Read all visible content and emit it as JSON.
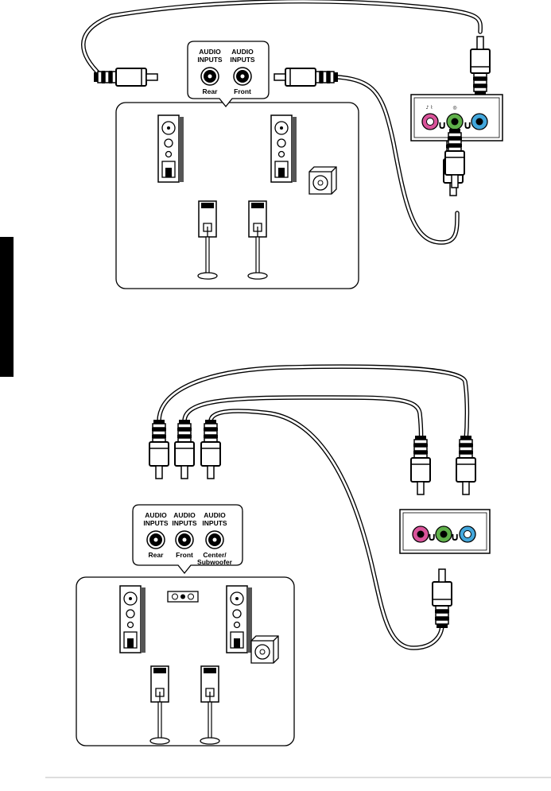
{
  "setup_2ch": {
    "inputs": [
      {
        "line1": "AUDIO",
        "line2": "INPUTS",
        "caption": "Rear"
      },
      {
        "line1": "AUDIO",
        "line2": "INPUTS",
        "caption": "Front"
      }
    ]
  },
  "setup_3ch": {
    "inputs": [
      {
        "line1": "AUDIO",
        "line2": "INPUTS",
        "caption": "Rear"
      },
      {
        "line1": "AUDIO",
        "line2": "INPUTS",
        "caption": "Front"
      },
      {
        "line1": "AUDIO",
        "line2": "INPUTS",
        "caption": "Center/",
        "caption2": "Subwoofer"
      }
    ]
  },
  "port_colors": {
    "pink": "#d9539a",
    "green": "#5fb04a",
    "blue": "#43a7dc"
  },
  "side_tab_color": "#000000"
}
